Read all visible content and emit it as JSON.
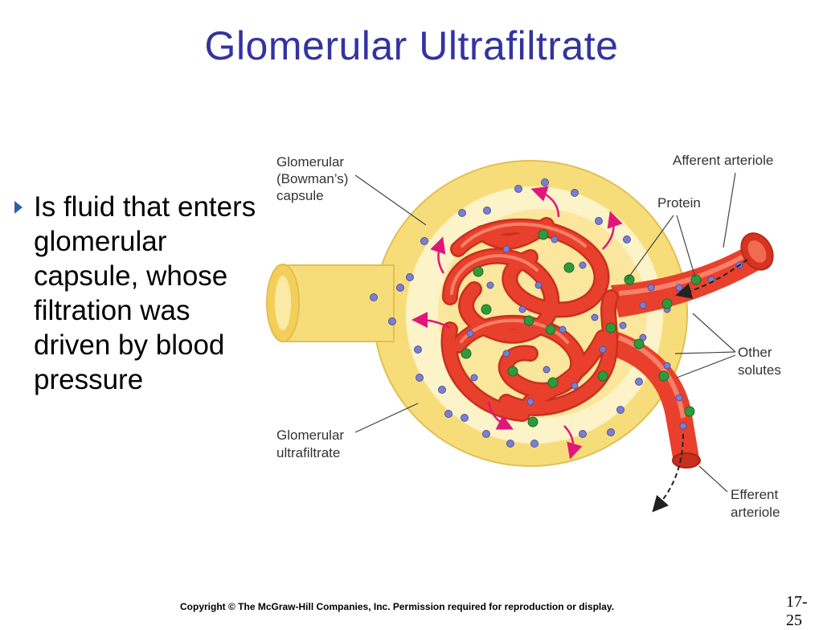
{
  "slide": {
    "title": "Glomerular Ultrafiltrate",
    "bullet": "Is fluid that enters glomerular capsule, whose filtration was driven by blood pressure",
    "copyright": "Copyright © The McGraw-Hill Companies, Inc. Permission required for reproduction or display.",
    "slide_number": "17-25"
  },
  "diagram": {
    "labels": {
      "capsule_l1": "Glomerular",
      "capsule_l2": "(Bowman’s)",
      "capsule_l3": "capsule",
      "afferent": "Afferent arteriole",
      "protein": "Protein",
      "other_l1": "Other",
      "other_l2": "solutes",
      "ultra_l1": "Glomerular",
      "ultra_l2": "ultrafiltrate",
      "efferent_l1": "Efferent",
      "efferent_l2": "arteriole"
    },
    "colors": {
      "capsule_fill": "#f7dd7a",
      "capsule_inner": "#fdf3c8",
      "capillary": "#e8402c",
      "capillary_highlight": "#f7806a",
      "solute_dot": "#7b7fcf",
      "protein_dot": "#2f9a3c",
      "flow_arrow": "#e0167a",
      "title": "#3333a0"
    }
  }
}
